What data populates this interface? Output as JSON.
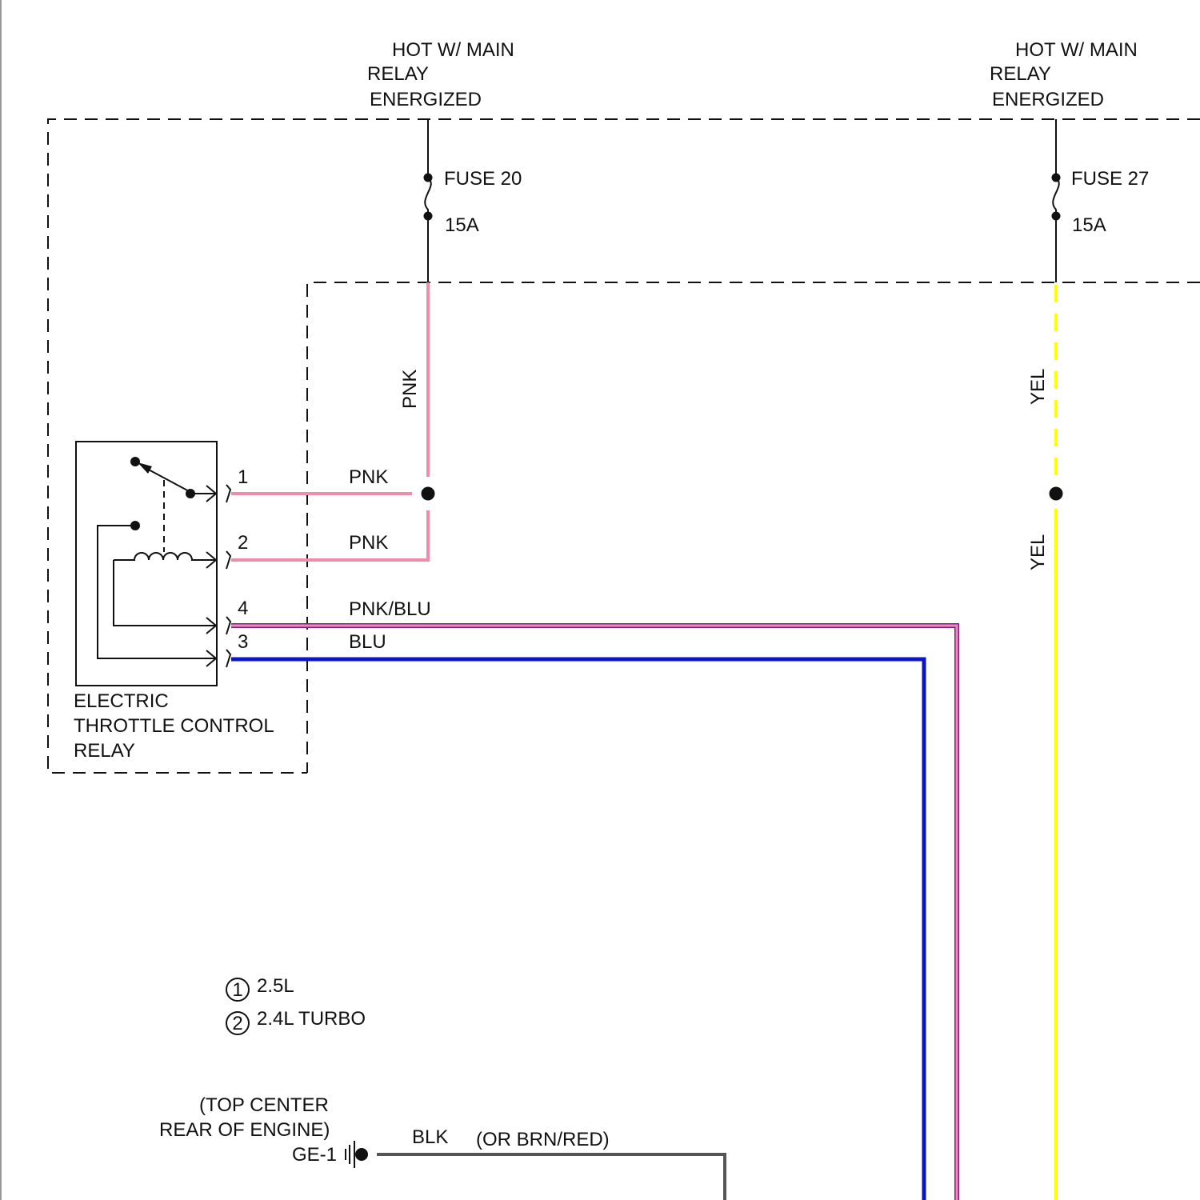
{
  "supply_left": {
    "hot_label": [
      "HOT W/ MAIN",
      "RELAY",
      "ENERGIZED"
    ],
    "fuse_name": "FUSE 20",
    "fuse_rating": "15A",
    "wire_vertical_label": "PNK"
  },
  "supply_right": {
    "hot_label": [
      "HOT W/ MAIN",
      "RELAY",
      "ENERGIZED"
    ],
    "fuse_name": "FUSE 27",
    "fuse_rating": "15A",
    "wire_upper_label": "YEL",
    "wire_lower_label": "YEL"
  },
  "relay": {
    "name_lines": [
      "ELECTRIC",
      "THROTTLE CONTROL",
      "RELAY"
    ],
    "pins": [
      {
        "pin": "1",
        "wire": "PNK"
      },
      {
        "pin": "2",
        "wire": "PNK"
      },
      {
        "pin": "4",
        "wire": "PNK/BLU"
      },
      {
        "pin": "3",
        "wire": "BLU"
      }
    ]
  },
  "legend": [
    {
      "marker": "1",
      "text": "2.5L"
    },
    {
      "marker": "2",
      "text": "2.4L TURBO"
    }
  ],
  "ground": {
    "location_lines": [
      "(TOP CENTER",
      "REAR OF ENGINE)"
    ],
    "id": "GE-1",
    "wire": "BLK",
    "alt_wire": "(OR BRN/RED)"
  },
  "colors": {
    "pnk": "#f08caa",
    "blu": "#0a14c8",
    "yel": "#ffff00",
    "pnk_blu_outline": "#7a1f9a",
    "blk_wire": "#555555"
  }
}
